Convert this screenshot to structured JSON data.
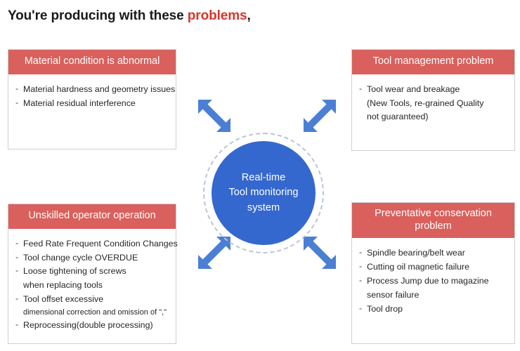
{
  "title": {
    "prefix": "You're producing with these ",
    "accent": "problems",
    "suffix": ","
  },
  "colors": {
    "card_header_red": "#d9605c",
    "accent_red": "#d9342b",
    "hub_blue": "#3568ce",
    "ring_gray": "#b9c5da",
    "card_border": "#d0d0d0",
    "body_text": "#262626"
  },
  "hub": {
    "lines": [
      "Real-time",
      "Tool monitoring",
      "system"
    ]
  },
  "arrows": {
    "top_left": "double-headed-diagonal-arrow",
    "top_right": "double-headed-diagonal-arrow",
    "bottom_left": "double-headed-diagonal-arrow",
    "bottom_right": "double-headed-diagonal-arrow"
  },
  "cards": [
    {
      "id": "material",
      "header": "Material condition is abnormal",
      "items": [
        {
          "text": "Material hardness and geometry issues",
          "dash": true,
          "small": false
        },
        {
          "text": "Material residual interference",
          "dash": true,
          "small": false
        }
      ]
    },
    {
      "id": "tool-management",
      "header": "Tool management problem",
      "items": [
        {
          "text": "Tool wear and breakage",
          "dash": true,
          "small": false
        },
        {
          "text": "(New Tools, re-grained Quality",
          "dash": false,
          "small": false
        },
        {
          "text": "not guaranteed)",
          "dash": false,
          "small": false
        }
      ]
    },
    {
      "id": "operator",
      "header": "Unskilled operator operation",
      "items": [
        {
          "text": "Feed Rate Frequent Condition Changes",
          "dash": true,
          "small": false
        },
        {
          "text": "Tool change cycle OVERDUE",
          "dash": true,
          "small": false
        },
        {
          "text": "Loose tightening of screws",
          "dash": true,
          "small": false
        },
        {
          "text": "when replacing tools",
          "dash": false,
          "small": false
        },
        {
          "text": "Tool offset excessive",
          "dash": true,
          "small": false
        },
        {
          "text": "dimensional correction and omission of \",\"",
          "dash": false,
          "small": true
        },
        {
          "text": "Reprocessing(double processing)",
          "dash": true,
          "small": false
        }
      ]
    },
    {
      "id": "preventative",
      "header": "Preventative conservation problem",
      "items": [
        {
          "text": "Spindle bearing/belt wear",
          "dash": true,
          "small": false
        },
        {
          "text": "Cutting oil magnetic failure",
          "dash": true,
          "small": false
        },
        {
          "text": "Process Jump due to magazine",
          "dash": true,
          "small": false
        },
        {
          "text": "sensor failure",
          "dash": false,
          "small": false
        },
        {
          "text": "Tool drop",
          "dash": true,
          "small": false
        }
      ]
    }
  ]
}
